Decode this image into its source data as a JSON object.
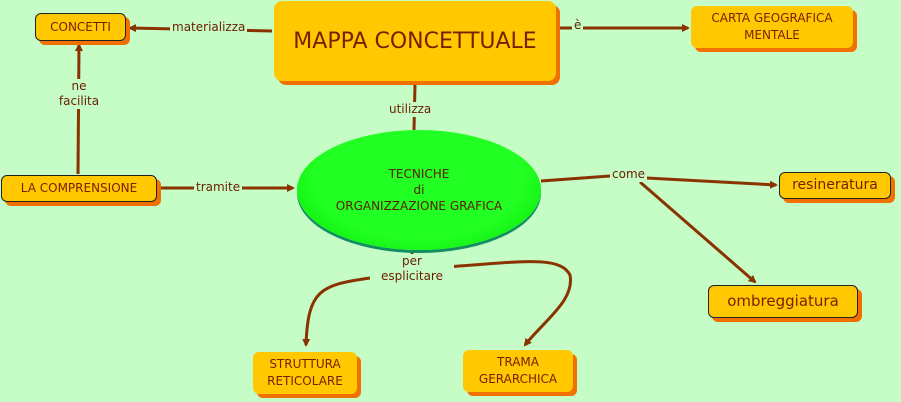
{
  "nodes": {
    "mappa": "MAPPA CONCETTUALE",
    "concetti": "CONCETTI",
    "carta": "CARTA GEOGRAFICA MENTALE",
    "comprensione": "LA COMPRENSIONE",
    "tecniche_1": "TECNICHE",
    "tecniche_2": "di",
    "tecniche_3": "ORGANIZZAZIONE GRAFICA",
    "resineratura": "resineratura",
    "ombreggiatura": "ombreggiatura",
    "struttura": "STRUTTURA RETICOLARE",
    "trama": "TRAMA GERARCHICA"
  },
  "links": {
    "materializza": "materializza",
    "e": "è",
    "utilizza": "utilizza",
    "ne_facilita": "ne facilita",
    "tramite": "tramite",
    "come": "come",
    "per_esplicitare": "per esplicitare"
  },
  "colors": {
    "background": "#c6fcc6",
    "node": "#ffc800",
    "shadow": "#f07000",
    "ellipse": "#22ff22",
    "link": "#883300"
  }
}
